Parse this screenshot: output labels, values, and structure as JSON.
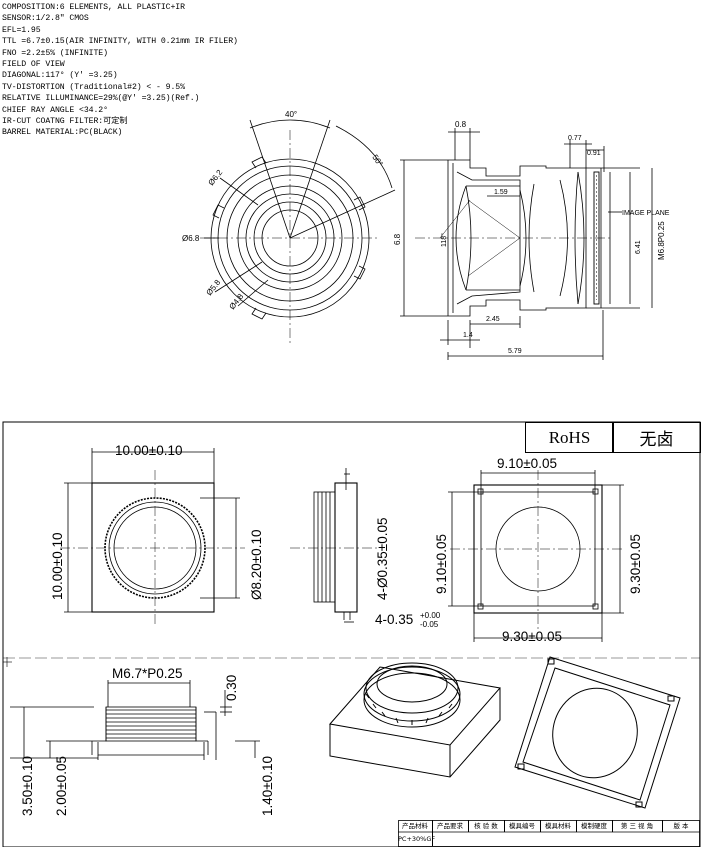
{
  "spec_lines": [
    "COMPOSITION:6 ELEMENTS, ALL PLASTIC+IR",
    "SENSOR:1/2.8\" CMOS",
    "EFL=1.95",
    "TTL =6.7±0.15(AIR INFINITY, WITH 0.21mm IR FILER)",
    "FNO =2.2±5% (INFINITE)",
    "FIELD OF VIEW",
    "   DIAGONAL:117° (Y' =3.25)",
    "TV-DISTORTION (Traditional#2) < - 9.5%",
    "RELATIVE ILLUMINANCE=29%(@Y' =3.25)(Ref.)",
    "CHIEF RAY ANGLE <34.2°",
    "IR-CUT COATNG FILTER:可定制",
    "BARREL MATERIAL:PC(BLACK)"
  ],
  "top_front": {
    "angle_40": "40°",
    "angle_50": "50°",
    "d62": "Ø6.2",
    "d68": "Ø6.8",
    "d58": "Ø5.8",
    "d48": "Ø4.8"
  },
  "top_side": {
    "d08": "0.8",
    "d077": "0.77",
    "d091": "0.91",
    "d159": "1.59",
    "image_plane": "IMAGE PLANE",
    "d641": "6.41",
    "thread": "M6.8P0.25",
    "d68v": "6.8",
    "angle_118": "118°",
    "d245": "2.45",
    "d14": "1.4",
    "d579": "5.79"
  },
  "badges": {
    "rohs": "RoHS",
    "halogen": "无卤"
  },
  "holder_top": {
    "width": "10.00±0.10",
    "height": "10.00±0.10",
    "bore": "Ø8.20±0.10"
  },
  "holder_side": {
    "pins": "4-Ø0.35±0.05",
    "pin_len": "4-0.35",
    "tol_plus": "+0.00",
    "tol_minus": "-0.05"
  },
  "holder_bottom": {
    "inner_w": "9.10±0.05",
    "outer_w": "9.30±0.05",
    "inner_h": "9.10±0.05",
    "outer_h": "9.30±0.05"
  },
  "holder_section": {
    "thread": "M6.7*P0.25",
    "d030": "0.30",
    "total_h": "3.50±0.10",
    "h200": "2.00±0.05",
    "h140": "1.40±0.10"
  },
  "title_block": [
    "产品材料",
    "产品要求",
    "核 验 数",
    "模具编号",
    "模具材料",
    "模制硬度",
    "第 三 视 角",
    "版 本"
  ],
  "title_block_values": {
    "material": "PC+30%GF"
  }
}
